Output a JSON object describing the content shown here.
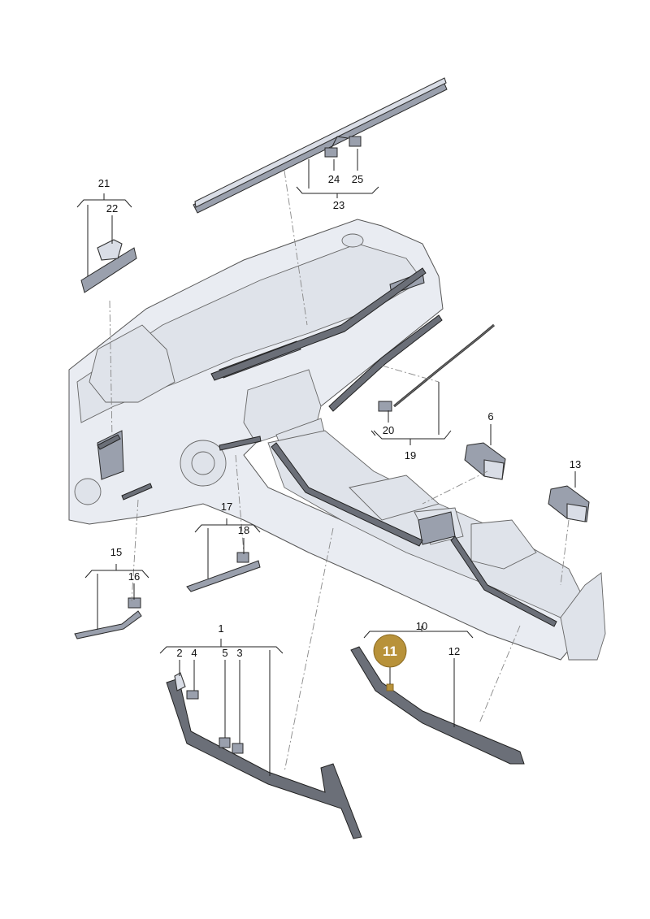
{
  "callouts": {
    "c1": "1",
    "c2": "2",
    "c3": "3",
    "c4": "4",
    "c5": "5",
    "c6": "6",
    "c10": "10",
    "c11": "11",
    "c12": "12",
    "c13": "13",
    "c15": "15",
    "c16": "16",
    "c17": "17",
    "c18": "18",
    "c19": "19",
    "c20": "20",
    "c21": "21",
    "c22": "22",
    "c23": "23",
    "c24": "24",
    "c25": "25"
  },
  "highlight": {
    "callout": "11",
    "color": "#b8923a"
  },
  "colors": {
    "line": "#222222",
    "part_fill": "#d9dde6",
    "dash_fill": "#e9ecf2",
    "trim_strip": "#6b6f78"
  }
}
